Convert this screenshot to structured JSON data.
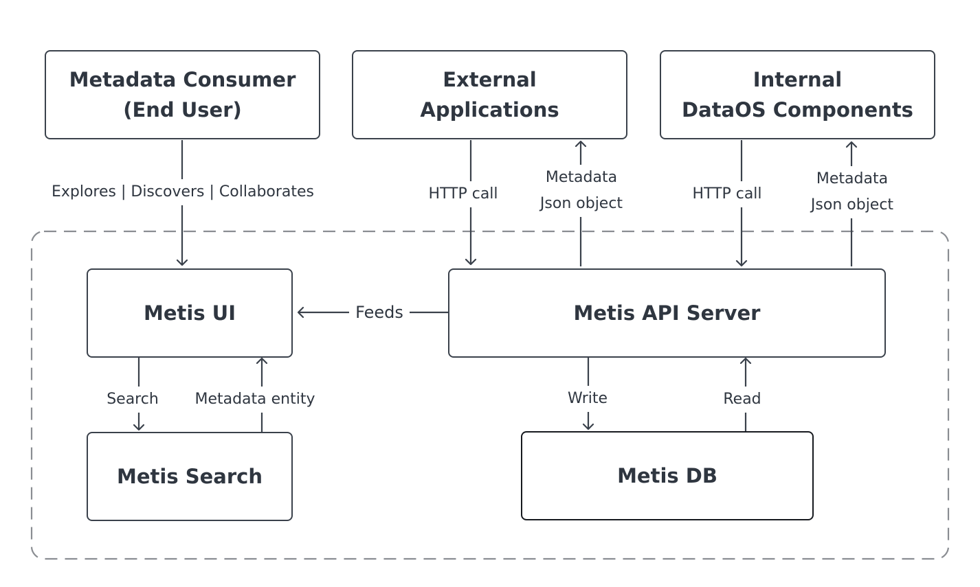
{
  "nodes": {
    "metadata_consumer": {
      "line1": "Metadata Consumer",
      "line2": "(End User)"
    },
    "external_applications": {
      "line1": "External",
      "line2": "Applications"
    },
    "internal_components": {
      "line1": "Internal",
      "line2": "DataOS Components"
    },
    "metis_ui": {
      "label": "Metis UI"
    },
    "metis_api_server": {
      "label": "Metis API Server"
    },
    "metis_search": {
      "label": "Metis Search"
    },
    "metis_db": {
      "label": "Metis DB"
    }
  },
  "edges": {
    "consumer_to_ui": "Explores | Discovers | Collaborates",
    "external_http": "HTTP call",
    "external_return": {
      "line1": "Metadata",
      "line2": "Json object"
    },
    "internal_http": "HTTP call",
    "internal_return": {
      "line1": "Metadata",
      "line2": "Json object"
    },
    "feeds": "Feeds",
    "search": "Search",
    "metadata_entity": "Metadata entity",
    "write": "Write",
    "read": "Read"
  },
  "colors": {
    "stroke": "#3a414b",
    "boundary": "#8a8d92",
    "text": "#2f3640"
  }
}
